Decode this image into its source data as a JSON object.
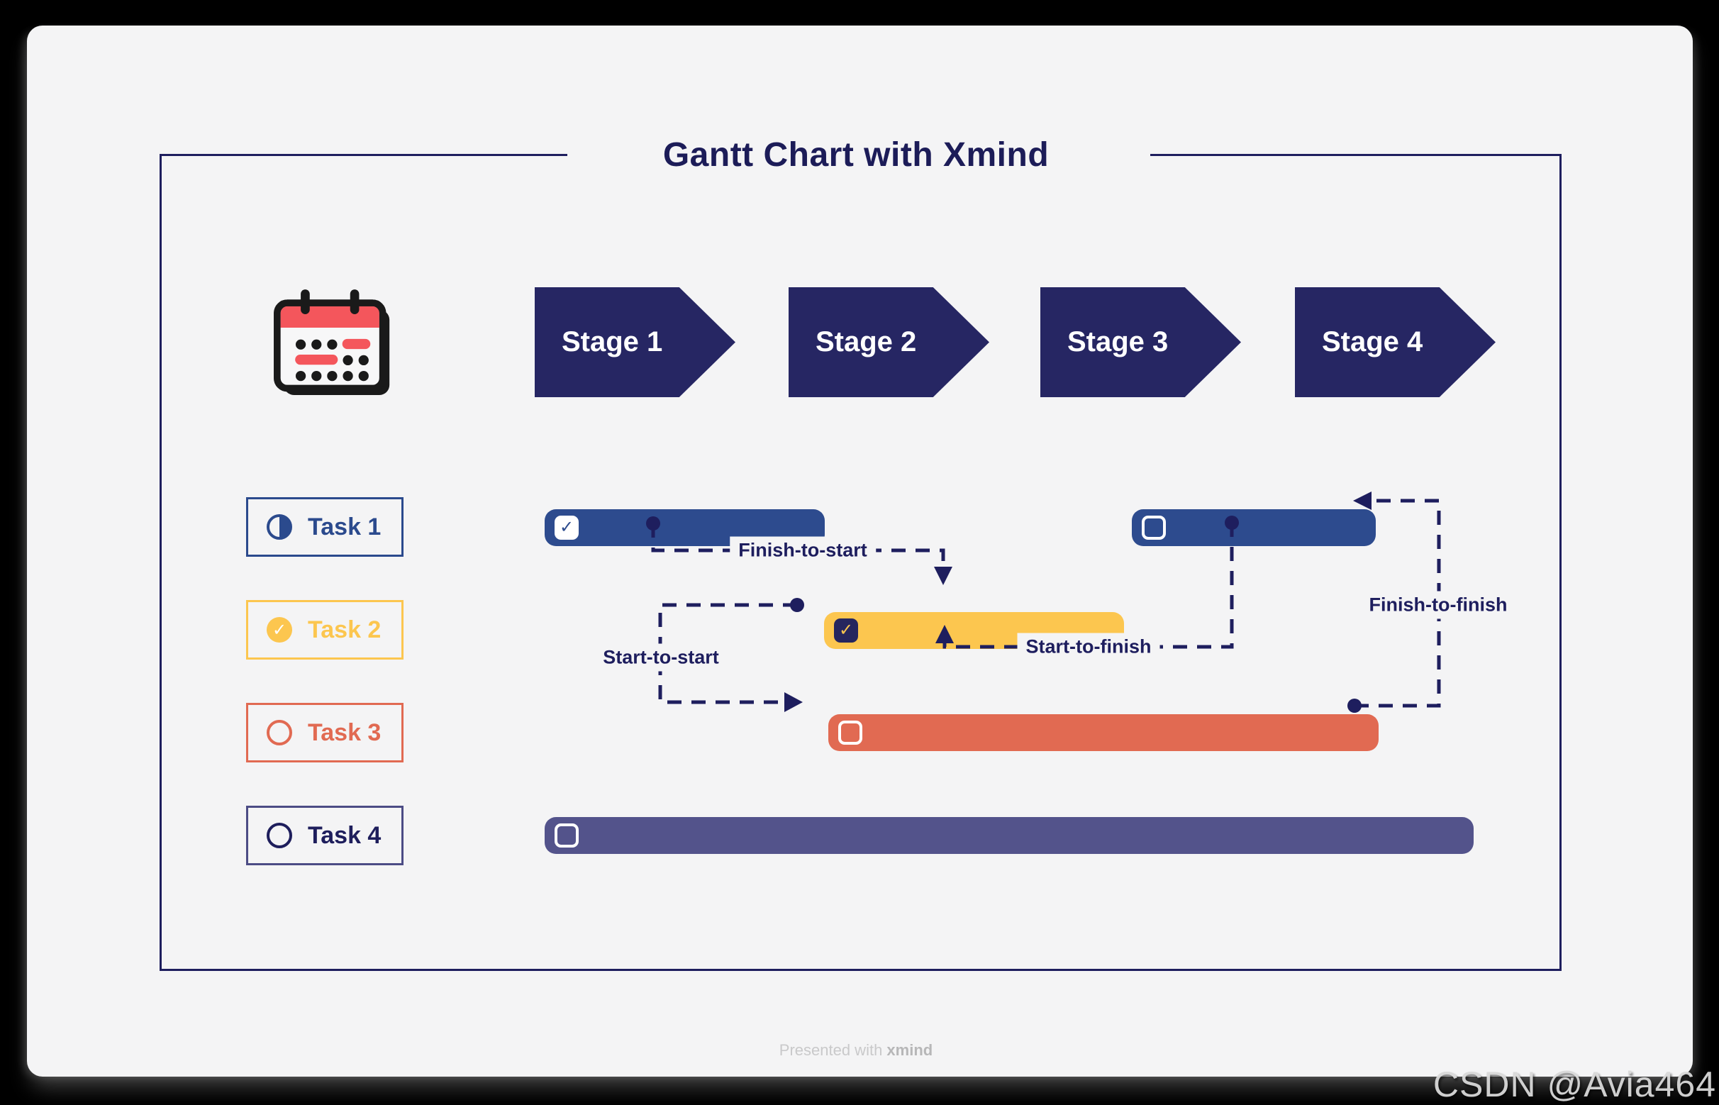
{
  "header": {
    "title": "Gantt Chart with Xmind"
  },
  "stages": [
    {
      "label": "Stage 1"
    },
    {
      "label": "Stage 2"
    },
    {
      "label": "Stage 3"
    },
    {
      "label": "Stage 4"
    }
  ],
  "tasks": [
    {
      "label": "Task 1",
      "icon": "half-filled-circle-icon",
      "color": "#2b4a8d",
      "status": "in-progress"
    },
    {
      "label": "Task 2",
      "icon": "check-circle-icon",
      "color": "#fcc64f",
      "status": "done"
    },
    {
      "label": "Task 3",
      "icon": "empty-circle-icon",
      "color": "#e16a52",
      "status": "not-started"
    },
    {
      "label": "Task 4",
      "icon": "empty-circle-icon",
      "color": "#1e1e5c",
      "status": "not-started"
    }
  ],
  "bars": [
    {
      "task": "Task 1",
      "segment": 1,
      "checkbox_checked": true,
      "check_glyph": "✓",
      "color": "#2d4b8e"
    },
    {
      "task": "Task 1",
      "segment": 2,
      "checkbox_checked": false,
      "check_glyph": "",
      "color": "#2d4b8e"
    },
    {
      "task": "Task 2",
      "segment": 1,
      "checkbox_checked": true,
      "check_glyph": "✓",
      "color": "#fcc64f"
    },
    {
      "task": "Task 3",
      "segment": 1,
      "checkbox_checked": false,
      "check_glyph": "",
      "color": "#e16a52"
    },
    {
      "task": "Task 4",
      "segment": 1,
      "checkbox_checked": false,
      "check_glyph": "",
      "color": "#53538b"
    }
  ],
  "connectors": [
    {
      "label": "Finish-to-start",
      "from": "Task 1 segment 1 end",
      "to": "Task 2 start"
    },
    {
      "label": "Start-to-start",
      "from": "Task 2 start",
      "to": "Task 3 start"
    },
    {
      "label": "Start-to-finish",
      "from": "Task 1 segment 2 start",
      "to": "Task 2 finish"
    },
    {
      "label": "Finish-to-finish",
      "from": "Task 3 end",
      "to": "Task 1 segment 2 end"
    }
  ],
  "footer": {
    "presented_with": "Presented with",
    "brand": "xmind"
  },
  "watermark": "CSDN @Avia464",
  "colors": {
    "navy": "#1e1e5e",
    "stage_navy": "#262663",
    "blue": "#2d4b8e",
    "yellow": "#fcc64f",
    "coral": "#e16a52",
    "slate": "#53538b",
    "card_bg": "#f4f4f5",
    "page_bg": "#000000"
  }
}
